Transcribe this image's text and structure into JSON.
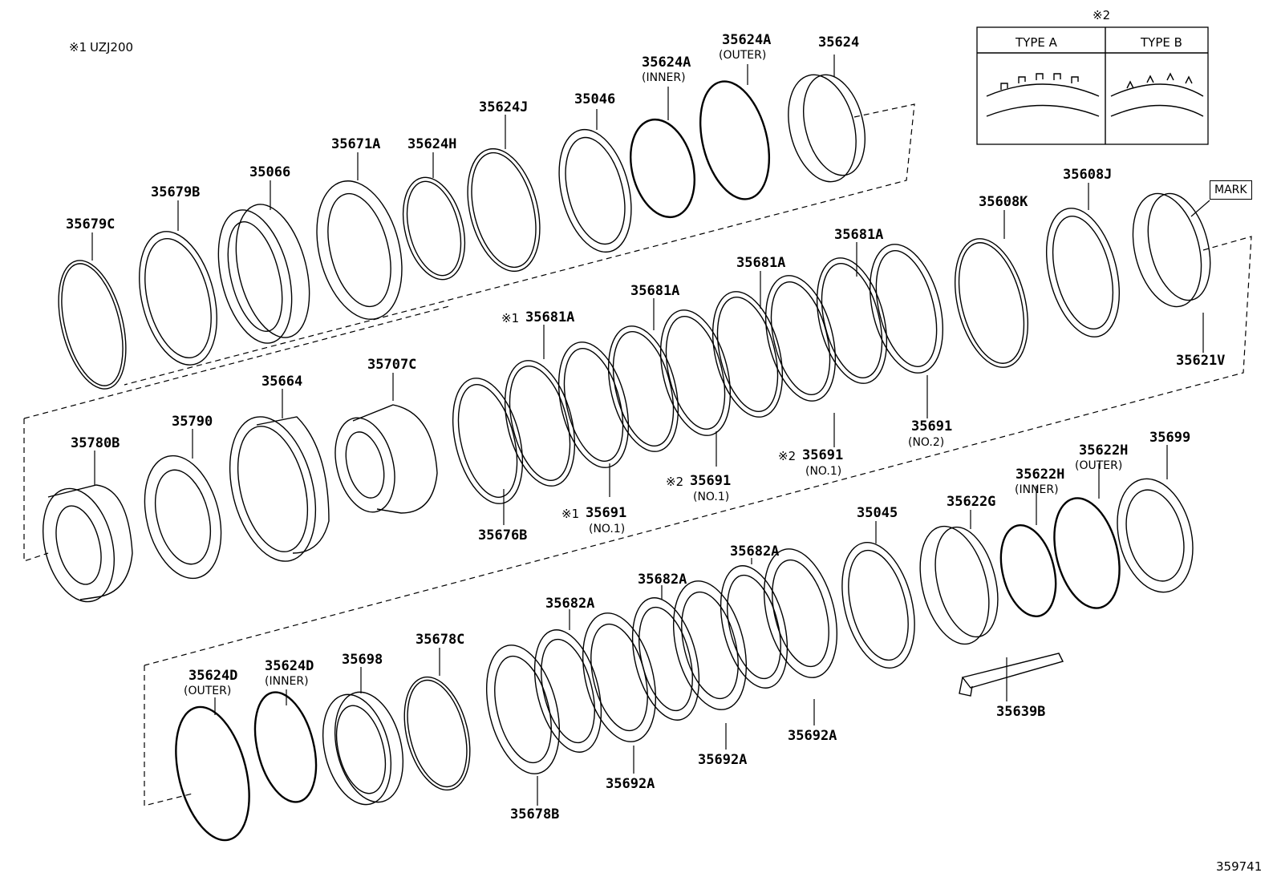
{
  "header": {
    "note_symbol1": "※1",
    "note_model": "UZJ200",
    "note_symbol2": "※2",
    "type_a": "TYPE A",
    "type_b": "TYPE B",
    "mark": "MARK",
    "doc_number": "359741"
  },
  "parts": {
    "p35679C": "35679C",
    "p35679B": "35679B",
    "p35066": "35066",
    "p35671A": "35671A",
    "p35624H": "35624H",
    "p35624J": "35624J",
    "p35046": "35046",
    "p35624A_inner": "35624A",
    "inner_1": "(INNER)",
    "p35624A_outer": "35624A",
    "outer_1": "(OUTER)",
    "p35624": "35624",
    "p35608K": "35608K",
    "p35608J": "35608J",
    "p35621V": "35621V",
    "p35681A_1": "35681A",
    "p35681A_2": "35681A",
    "p35681A_3": "35681A",
    "p35681A_4": "35681A",
    "p35691_no2": "35691",
    "no2": "(NO.2)",
    "p35691_a": "35691",
    "no1_a": "(NO.1)",
    "p35691_b": "35691",
    "no1_b": "(NO.1)",
    "p35691_c": "35691",
    "no1_c": "(NO.1)",
    "p35780B": "35780B",
    "p35790": "35790",
    "p35664": "35664",
    "p35707C": "35707C",
    "p35676B": "35676B",
    "p35045": "35045",
    "p35622G": "35622G",
    "p35622H_inner": "35622H",
    "inner_2": "(INNER)",
    "p35622H_outer": "35622H",
    "outer_2": "(OUTER)",
    "p35699": "35699",
    "p35639B": "35639B",
    "p35624D_outer": "35624D",
    "outer_3": "(OUTER)",
    "p35624D_inner": "35624D",
    "inner_3": "(INNER)",
    "p35698": "35698",
    "p35678C": "35678C",
    "p35678B": "35678B",
    "p35682A_1": "35682A",
    "p35682A_2": "35682A",
    "p35682A_3": "35682A",
    "p35692A_1": "35692A",
    "p35692A_2": "35692A",
    "p35692A_3": "35692A",
    "sym_1a": "※1",
    "sym_1b": "※1",
    "sym_2a": "※2",
    "sym_2b": "※2"
  }
}
